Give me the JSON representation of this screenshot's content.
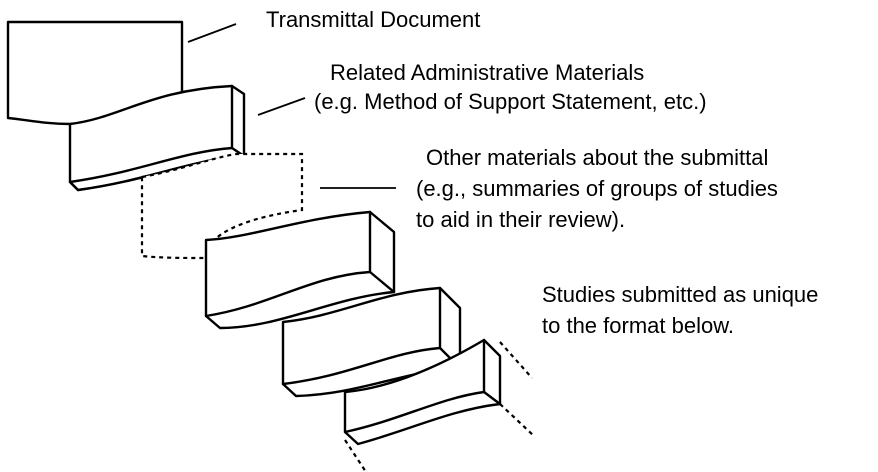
{
  "labels": {
    "transmittal": "Transmittal Document",
    "admin_line1": "Related Administrative Materials",
    "admin_line2": "(e.g. Method of Support Statement, etc.)",
    "other_line1": "Other materials about the submittal",
    "other_line2": "(e.g., summaries of groups of studies",
    "other_line3": "to aid in their review).",
    "studies_line1": "Studies submitted as unique",
    "studies_line2": "to the format below."
  }
}
